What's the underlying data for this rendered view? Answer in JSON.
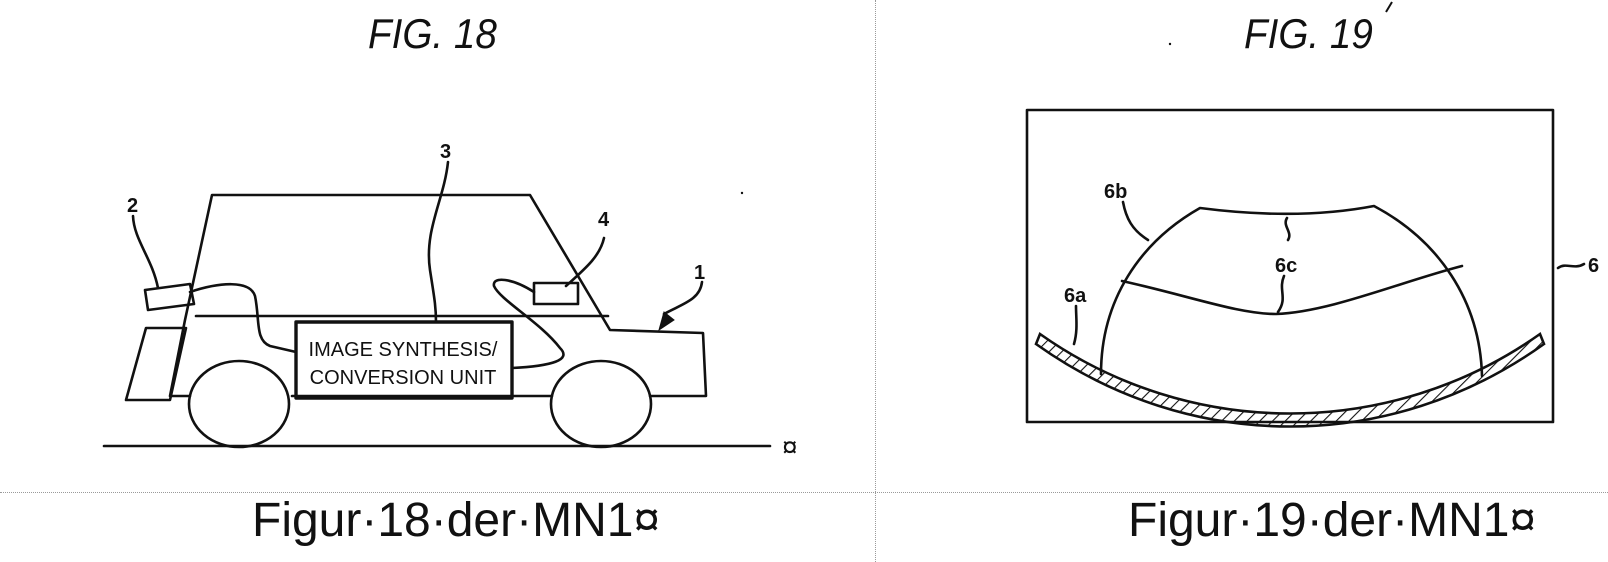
{
  "fig18": {
    "title": "FIG. 18",
    "caption": "Figur·18·der·MN1¤",
    "end_mark": "¤",
    "box_text_line1": "IMAGE SYNTHESIS/",
    "box_text_line2": "CONVERSION UNIT",
    "labels": {
      "vehicle": "1",
      "camera_rear": "2",
      "unit": "3",
      "display": "4"
    }
  },
  "fig19": {
    "title": "FIG. 19",
    "caption": "Figur·19·der·MN1¤",
    "labels": {
      "screen": "6",
      "road": "6a",
      "view": "6b",
      "boundary": "6c"
    }
  }
}
